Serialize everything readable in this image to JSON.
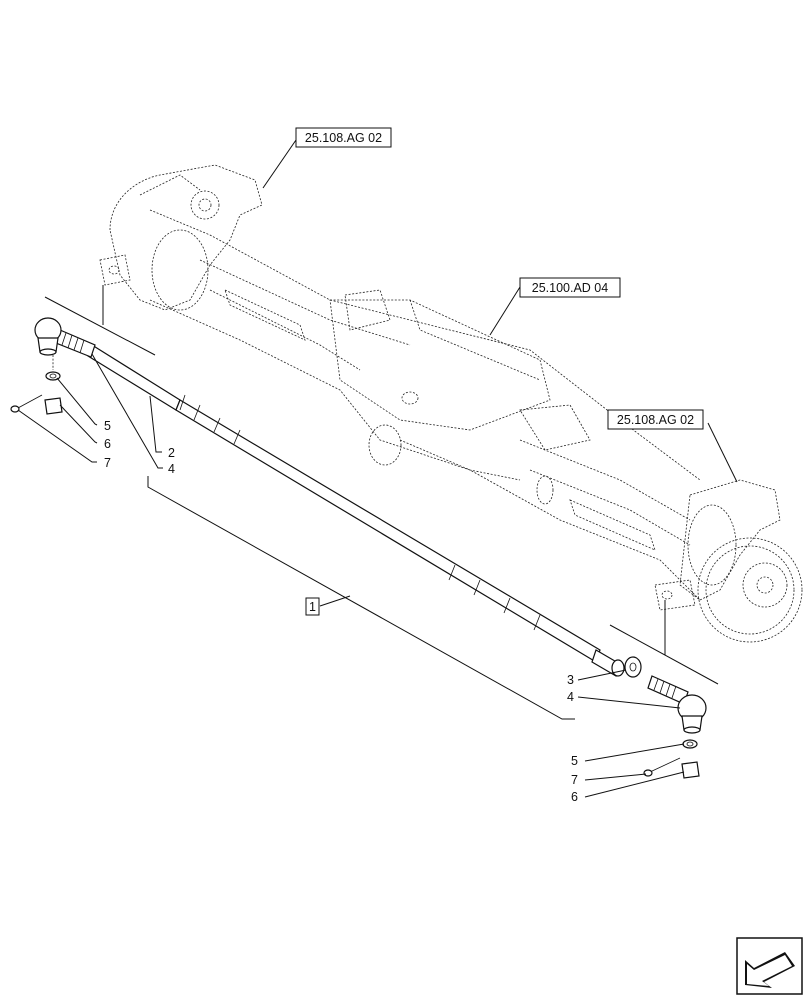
{
  "references": {
    "knuckle_left": "25.108.AG 02",
    "axle_housing": "25.100.AD 04",
    "knuckle_right": "25.108.AG 02"
  },
  "assembly_label": "1",
  "callouts": {
    "left_nut_washer": "5",
    "left_castle_nut": "6",
    "left_cotter_pin": "7",
    "left_tube": "2",
    "left_ball_joint": "4",
    "right_lock_nut": "3",
    "right_ball_joint": "4",
    "right_washer": "5",
    "right_cotter_pin": "7",
    "right_castle_nut": "6"
  },
  "colors": {
    "line": "#111111",
    "background": "#ffffff"
  },
  "icons": {
    "navigation": "next-page-arrow-icon"
  }
}
